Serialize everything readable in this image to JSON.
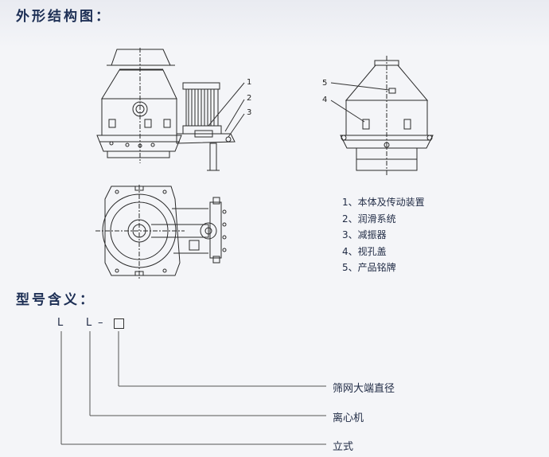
{
  "titles": {
    "outline": "外形结构图：",
    "model": "型号含义："
  },
  "callouts": [
    "1",
    "2",
    "3",
    "4",
    "5"
  ],
  "parts": [
    "1、本体及传动装置",
    "2、润滑系统",
    "3、减振器",
    "4、视孔盖",
    "5、产品铭牌"
  ],
  "model_code": {
    "a": "L",
    "b": "L",
    "dash": "–"
  },
  "model_meaning": [
    "筛网大端直径",
    "离心机",
    "立式"
  ]
}
